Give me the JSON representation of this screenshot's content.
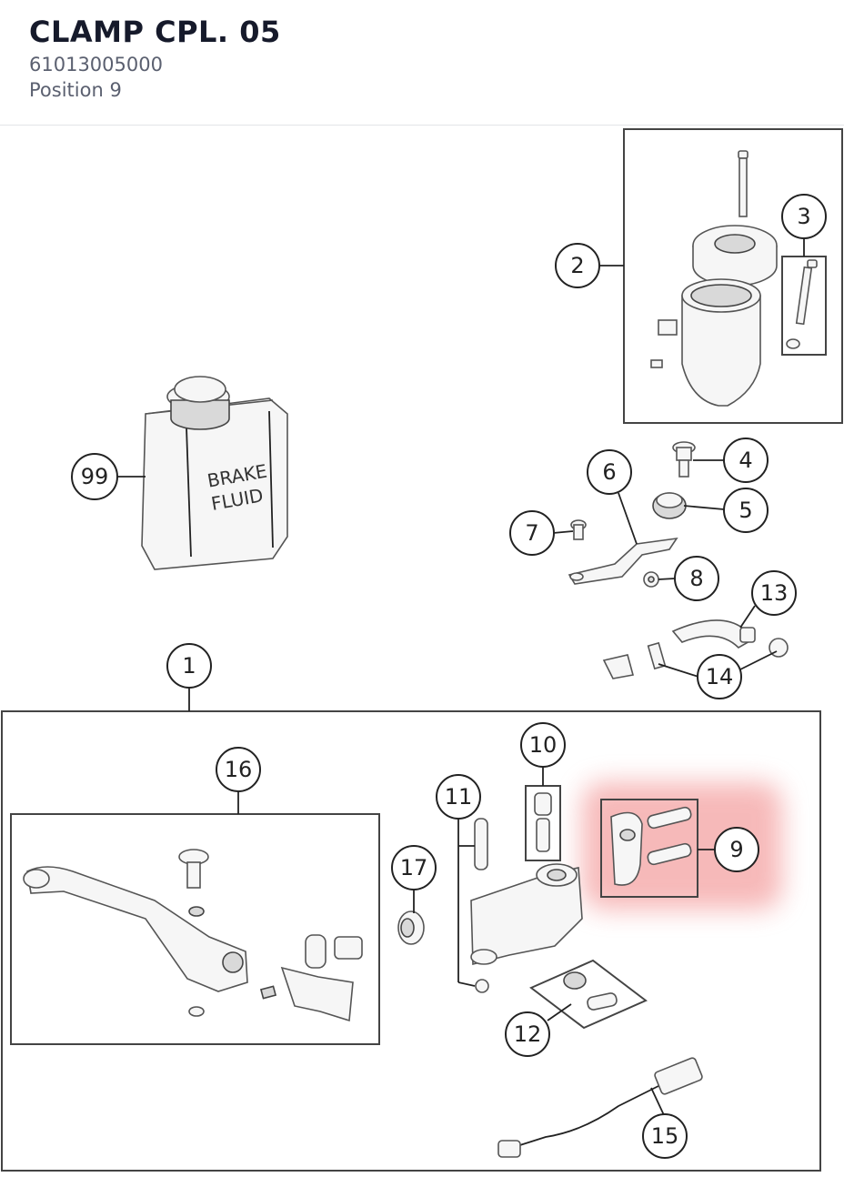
{
  "header": {
    "title": "CLAMP CPL. 05",
    "part_number": "61013005000",
    "position_label": "Position 9"
  },
  "diagram": {
    "highlight_color": "#f08080",
    "callouts": [
      "1",
      "2",
      "3",
      "4",
      "5",
      "6",
      "7",
      "8",
      "9",
      "10",
      "11",
      "12",
      "13",
      "14",
      "15",
      "16",
      "17",
      "99"
    ],
    "can_label_line1": "BRAKE",
    "can_label_line2": "FLUID"
  }
}
